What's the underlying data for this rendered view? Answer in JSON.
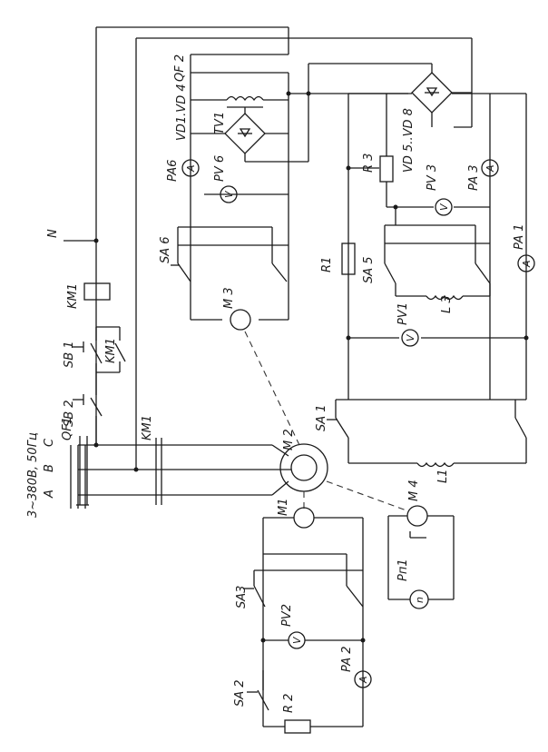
{
  "labels": {
    "supply": "3~380В, 50Гц",
    "phase_a": "A",
    "phase_b": "B",
    "phase_c": "C",
    "neutral": "N",
    "qf1": "QF1",
    "qf2": "QF 2",
    "km1_coil": "KM1",
    "km1_contacts": "KM1",
    "km1_aux": "KM1",
    "sb1": "SB 1",
    "sb2": "SB 2",
    "tv1": "TV1",
    "vd1_vd4": "VD1.VD 4",
    "vd5_vd8": "VD 5..VD 8",
    "pa6": "PA6",
    "pv6": "PV 6",
    "sa6": "SA 6",
    "m3": "M 3",
    "r3": "R 3",
    "pv3": "PV 3",
    "pa3": "PA 3",
    "r1": "R1",
    "sa5": "SA 5",
    "l3": "L 3",
    "pv1": "PV1",
    "pa1": "PA 1",
    "sa1": "SA 1",
    "l1": "L1",
    "m2": "M 2",
    "m1": "M1",
    "m4": "M 4",
    "pn1": "Pп1",
    "sa3": "SA3",
    "pv2": "PV2",
    "sa2": "SA 2",
    "r2": "R 2",
    "pa2": "PA 2",
    "meter_a": "A",
    "meter_v": "V",
    "meter_n": "n"
  }
}
